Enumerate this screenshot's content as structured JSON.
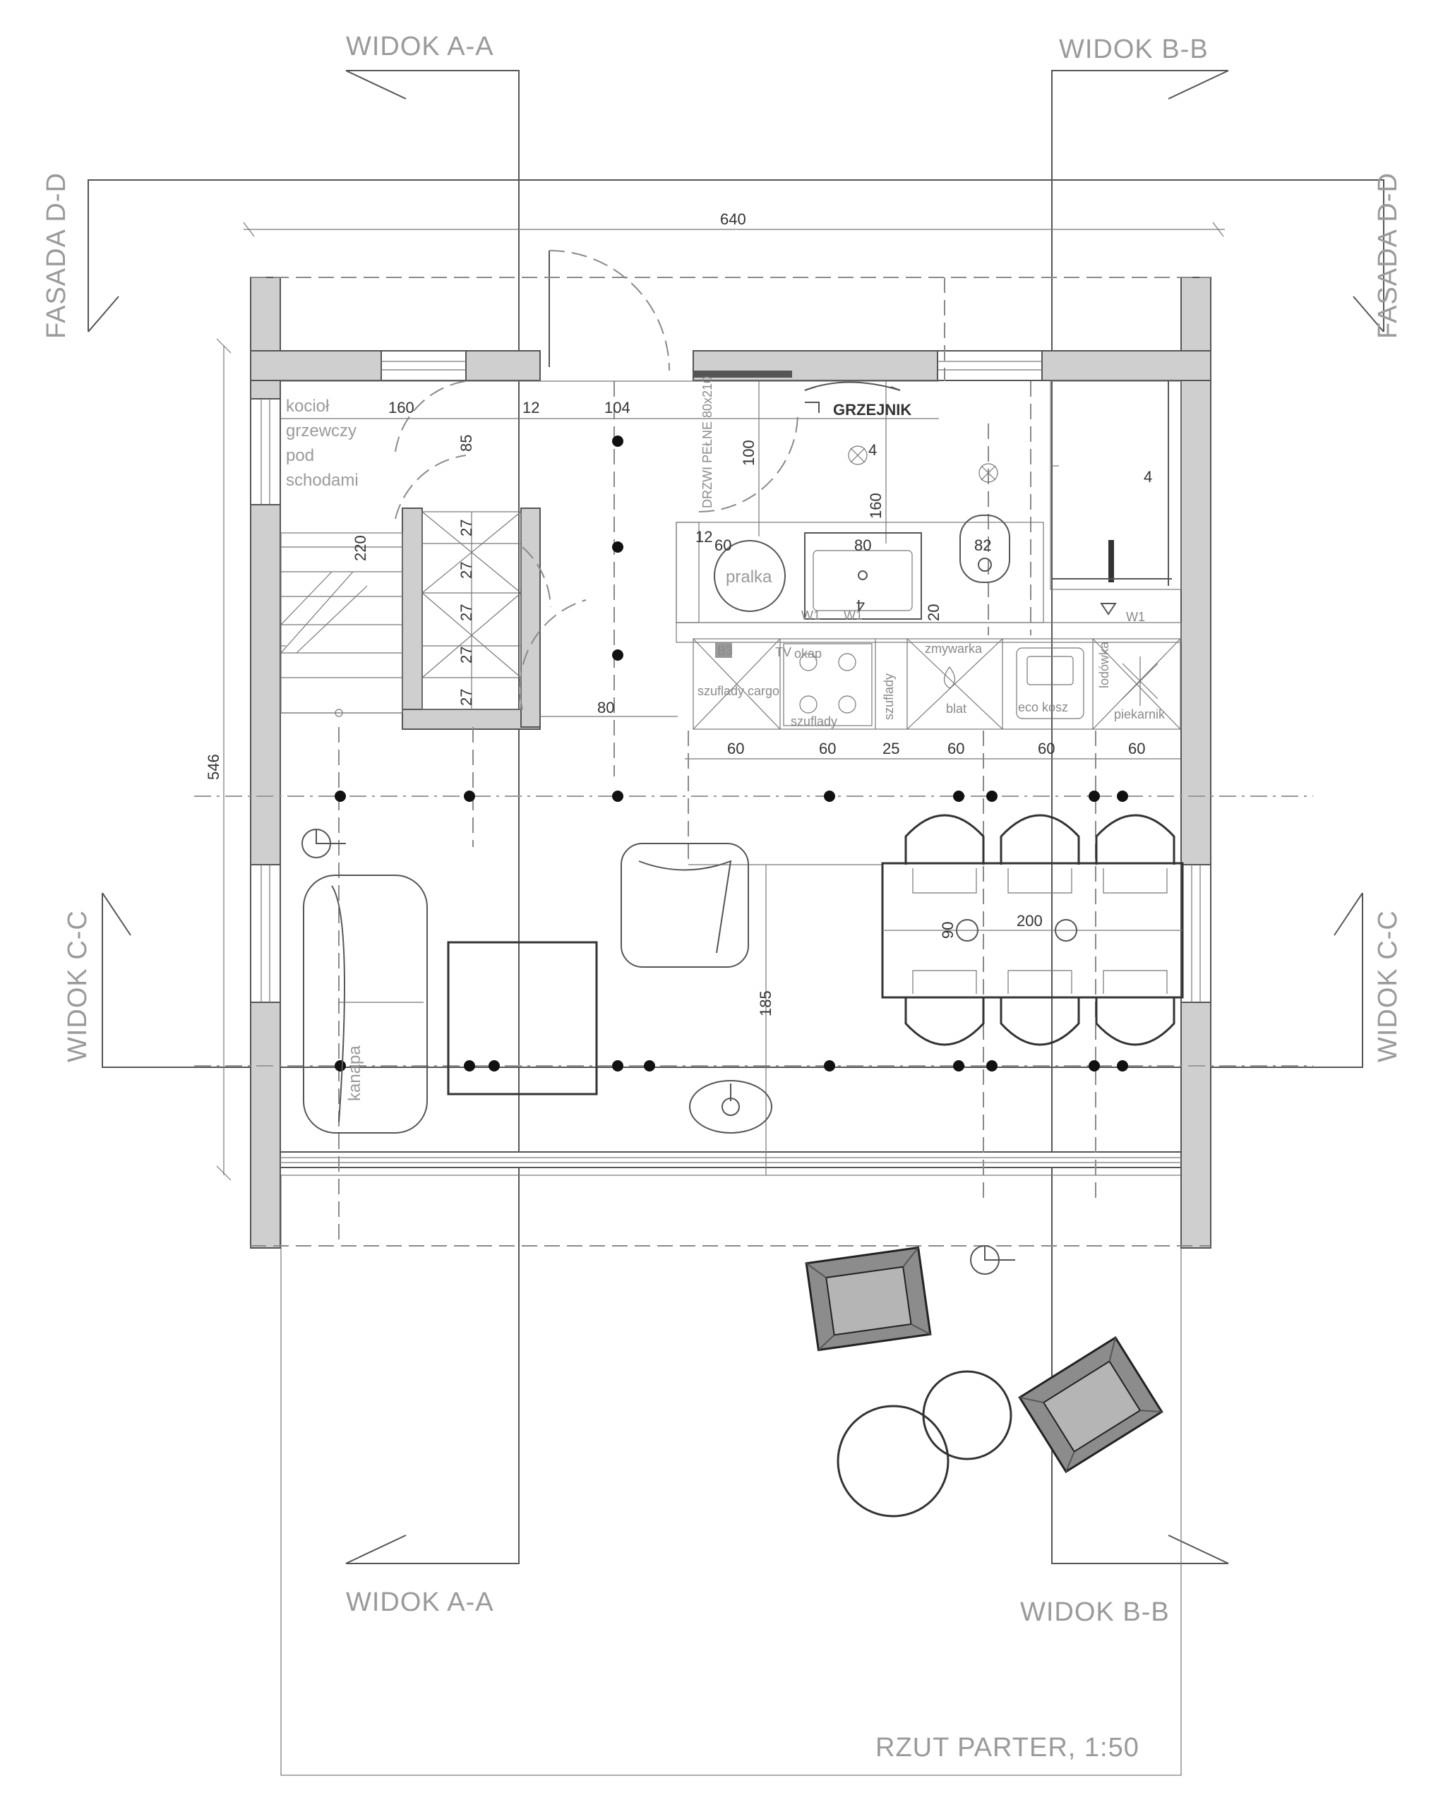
{
  "drawing_title": "RZUT PARTER, 1:50",
  "section_markers": {
    "aa_top": "WIDOK A-A",
    "aa_bottom": "WIDOK A-A",
    "bb_top": "WIDOK B-B",
    "bb_bottom": "WIDOK B-B",
    "cc_left": "WIDOK C-C",
    "cc_right": "WIDOK C-C",
    "dd_left": "FASADA D-D",
    "dd_right": "FASADA D-D"
  },
  "dimensions": {
    "overall_width": "640",
    "overall_depth": "546",
    "d160": "160",
    "d12": "12",
    "d104": "104",
    "d85": "85",
    "d220": "220",
    "d27a": "27",
    "d27b": "27",
    "d27c": "27",
    "d27d": "27",
    "d27e": "27",
    "d80": "80",
    "d100": "100",
    "d160b": "160",
    "d60a": "60",
    "d80b": "80",
    "d82": "82",
    "d12b": "12",
    "d20": "20",
    "d4a": "4",
    "d4b": "4",
    "d4c": "4",
    "k60a": "60",
    "k60b": "60",
    "k25": "25",
    "k60c": "60",
    "k60d": "60",
    "k60e": "60",
    "d185": "185",
    "d200": "200",
    "d90": "90"
  },
  "labels": {
    "boiler": [
      "kocioł",
      "grzewczy",
      "pod",
      "schodami"
    ],
    "radiator": "GRZEJNIK",
    "door": "DRZWI PEŁNE 80x210",
    "washer": "pralka",
    "sofa": "kanapa",
    "window_w1a": "W1",
    "window_w1b": "W1",
    "window_w1c": "W1",
    "k_b3": "B3",
    "k_tv": "TV",
    "k_okap": "okap",
    "k_zmywarka": "zmywarka",
    "k_lodowka": "lodówka",
    "k_szuflady_cargo": "szuflady cargo",
    "k_szuflady": "szuflady",
    "k_szuflady_v": "szuflady",
    "k_blat": "blat",
    "k_ecokosz": "eco kosz",
    "k_piekarnik": "piekarnik"
  },
  "colors": {
    "wall_fill": "#cfcfcf",
    "line": "#555555",
    "label_grey": "#9a9a9a",
    "chair_fill": "#8c8c8c"
  }
}
